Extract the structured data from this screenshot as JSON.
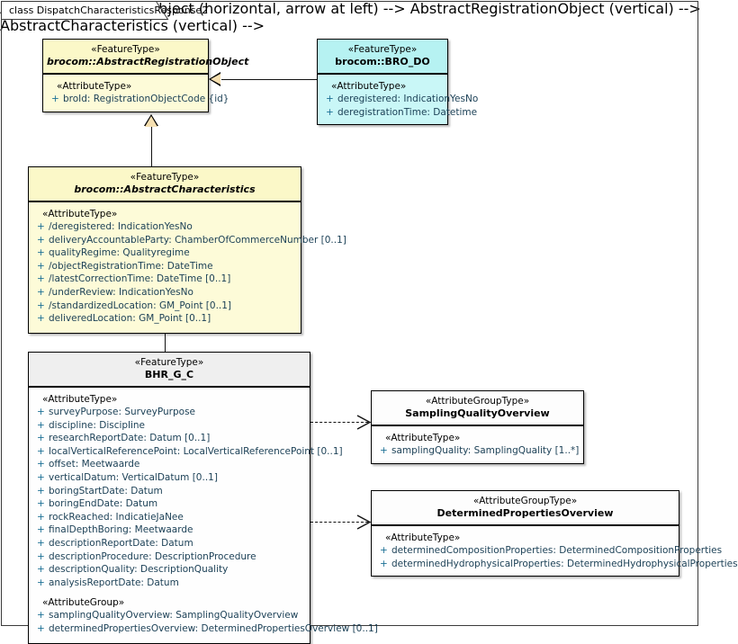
{
  "diagram": {
    "tab_label": "class DispatchCharacteristicsResponse2"
  },
  "classes": {
    "abstract_registration_object": {
      "stereotype": "«FeatureType»",
      "name": "brocom::AbstractRegistrationObject",
      "compartment_label": "«AttributeType»",
      "attributes": [
        {
          "visibility": "+",
          "text": "broId: RegistrationObjectCode {id}"
        }
      ]
    },
    "bro_do": {
      "stereotype": "«FeatureType»",
      "name": "brocom::BRO_DO",
      "compartment_label": "«AttributeType»",
      "attributes": [
        {
          "visibility": "+",
          "text": "deregistered: IndicationYesNo"
        },
        {
          "visibility": "+",
          "text": "deregistrationTime: Datetime"
        }
      ]
    },
    "abstract_characteristics": {
      "stereotype": "«FeatureType»",
      "name": "brocom::AbstractCharacteristics",
      "compartment_label": "«AttributeType»",
      "attributes": [
        {
          "visibility": "+",
          "text": "/deregistered: IndicationYesNo"
        },
        {
          "visibility": "+",
          "text": "deliveryAccountableParty: ChamberOfCommerceNumber [0..1]"
        },
        {
          "visibility": "+",
          "text": "qualityRegime: Qualityregime"
        },
        {
          "visibility": "+",
          "text": "/objectRegistrationTime: DateTime"
        },
        {
          "visibility": "+",
          "text": "/latestCorrectionTime: DateTime [0..1]"
        },
        {
          "visibility": "+",
          "text": "/underReview: IndicationYesNo"
        },
        {
          "visibility": "+",
          "text": "/standardizedLocation: GM_Point [0..1]"
        },
        {
          "visibility": "+",
          "text": "deliveredLocation: GM_Point [0..1]"
        }
      ]
    },
    "bhr_g_c": {
      "stereotype": "«FeatureType»",
      "name": "BHR_G_C",
      "compartment_label": "«AttributeType»",
      "attributes": [
        {
          "visibility": "+",
          "text": "surveyPurpose: SurveyPurpose"
        },
        {
          "visibility": "+",
          "text": "discipline: Discipline"
        },
        {
          "visibility": "+",
          "text": "researchReportDate: Datum [0..1]"
        },
        {
          "visibility": "+",
          "text": "localVerticalReferencePoint: LocalVerticalReferencePoint [0..1]"
        },
        {
          "visibility": "+",
          "text": "offset: Meetwaarde"
        },
        {
          "visibility": "+",
          "text": "verticalDatum: VerticalDatum [0..1]"
        },
        {
          "visibility": "+",
          "text": "boringStartDate: Datum"
        },
        {
          "visibility": "+",
          "text": "boringEndDate: Datum"
        },
        {
          "visibility": "+",
          "text": "rockReached: IndicatieJaNee"
        },
        {
          "visibility": "+",
          "text": "finalDepthBoring: Meetwaarde"
        },
        {
          "visibility": "+",
          "text": "descriptionReportDate: Datum"
        },
        {
          "visibility": "+",
          "text": "descriptionProcedure: DescriptionProcedure"
        },
        {
          "visibility": "+",
          "text": "descriptionQuality: DescriptionQuality"
        },
        {
          "visibility": "+",
          "text": "analysisReportDate: Datum"
        }
      ],
      "group_label": "«AttributeGroup»",
      "group_attributes": [
        {
          "visibility": "+",
          "text": "samplingQualityOverview: SamplingQualityOverview"
        },
        {
          "visibility": "+",
          "text": "determinedPropertiesOverview: DeterminedPropertiesOverview [0..1]"
        }
      ]
    },
    "sampling_quality_overview": {
      "stereotype": "«AttributeGroupType»",
      "name": "SamplingQualityOverview",
      "compartment_label": "«AttributeType»",
      "attributes": [
        {
          "visibility": "+",
          "text": "samplingQuality: SamplingQuality [1..*]"
        }
      ]
    },
    "determined_properties_overview": {
      "stereotype": "«AttributeGroupType»",
      "name": "DeterminedPropertiesOverview",
      "compartment_label": "«AttributeType»",
      "attributes": [
        {
          "visibility": "+",
          "text": "determinedCompositionProperties: DeterminedCompositionProperties"
        },
        {
          "visibility": "+",
          "text": "determinedHydrophysicalProperties: DeterminedHydrophysicalProperties"
        }
      ]
    }
  },
  "colors": {
    "feature_type_fill": "#fdfbd8",
    "feature_type_header": "#fbf8c8",
    "bro_do_fill": "#c9f7f7",
    "bro_do_header": "#b6f2f2",
    "neutral_header": "#efefef",
    "neutral_fill": "#fefefe",
    "line": "#111111",
    "arrow_fill": "#f5dfb0"
  }
}
